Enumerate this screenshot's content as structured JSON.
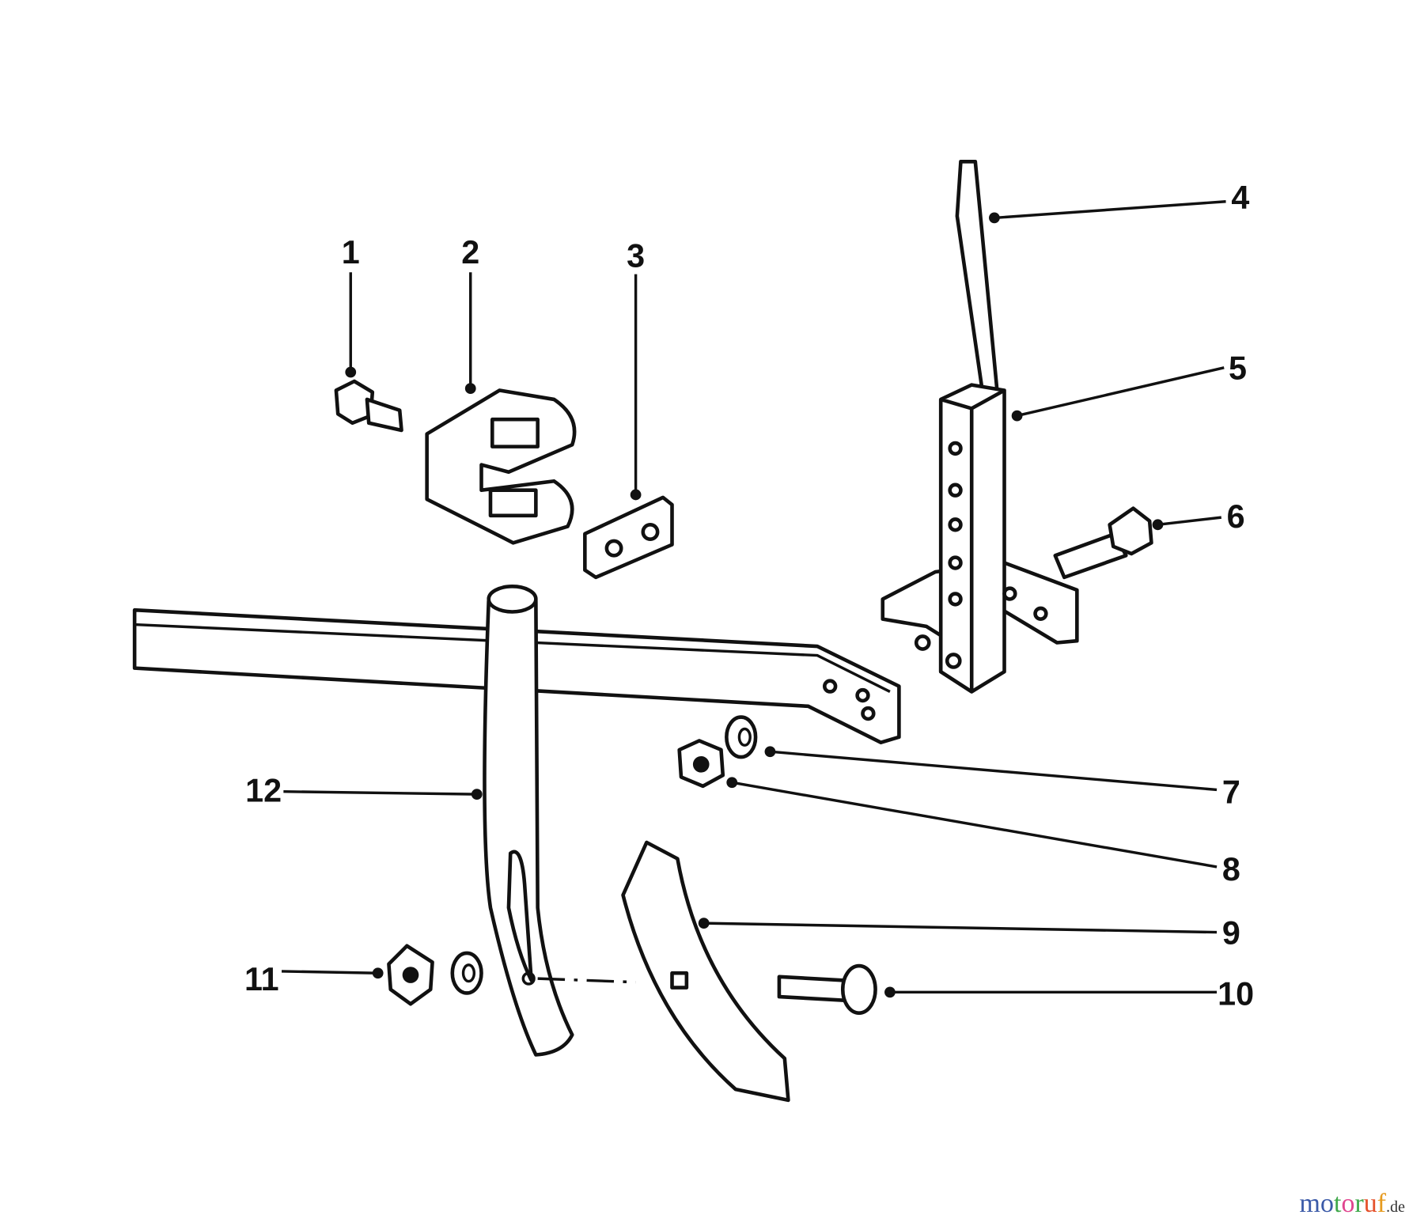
{
  "diagram": {
    "type": "exploded parts diagram",
    "callouts": [
      "1",
      "2",
      "3",
      "4",
      "5",
      "6",
      "7",
      "8",
      "9",
      "10",
      "11",
      "12"
    ]
  },
  "watermark": {
    "text": "motoruf",
    "suffix": ".de",
    "letter_colors": [
      "#3b5aa8",
      "#3b5aa8",
      "#3fa84a",
      "#e0458f",
      "#3fa84a",
      "#e4502a",
      "#e69a1e",
      "#e6c41e"
    ]
  }
}
